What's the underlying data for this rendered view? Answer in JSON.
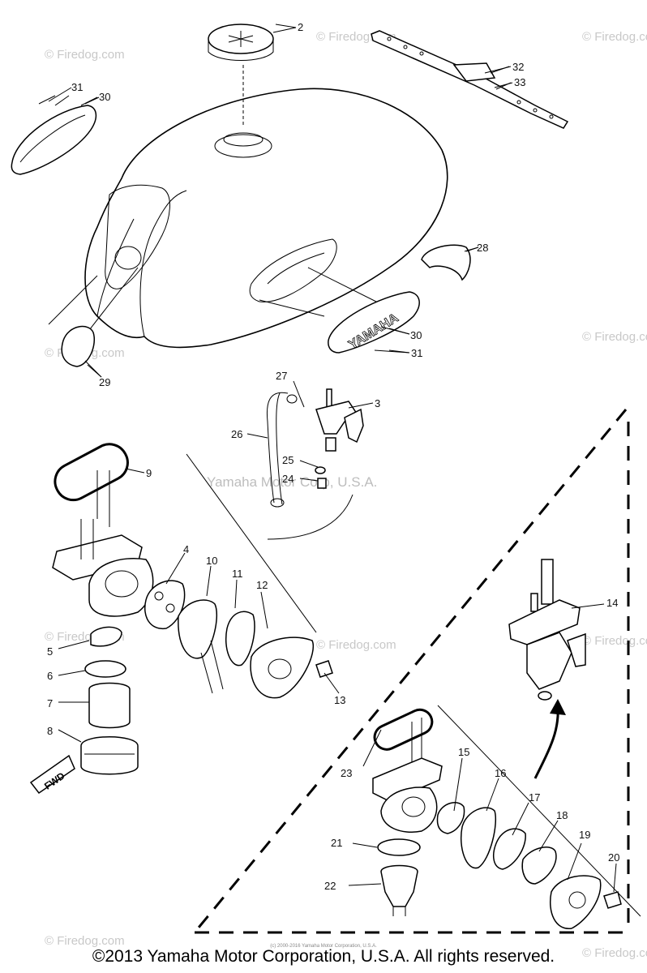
{
  "watermark_text": "© Firedog.com",
  "center_watermark": "Yamaha Motor Corp, U.S.A.",
  "copyright": "©2013 Yamaha Motor Corporation, U.S.A. All rights reserved.",
  "tiny_credit": "(c) 2000-2016 Yamaha Motor Corporation, U.S.A.",
  "fwd_label": "FWD",
  "emblem_text": "YAMAHA",
  "labels": {
    "n1": "2",
    "n2": "31",
    "n3": "30",
    "n4": "32",
    "n5": "33",
    "n6": "28",
    "n7": "29",
    "n8": "30",
    "n9": "31",
    "n10": "27",
    "n11": "3",
    "n12": "26",
    "n13": "25",
    "n14": "24",
    "n15": "9",
    "n16": "4",
    "n17": "10",
    "n18": "11",
    "n19": "12",
    "n20": "5",
    "n21": "6",
    "n22": "7",
    "n23": "8",
    "n24": "13",
    "n25": "14",
    "n26": "23",
    "n27": "15",
    "n28": "16",
    "n29": "17",
    "n30": "18",
    "n31": "19",
    "n32": "20",
    "n33": "21",
    "n34": "22"
  }
}
